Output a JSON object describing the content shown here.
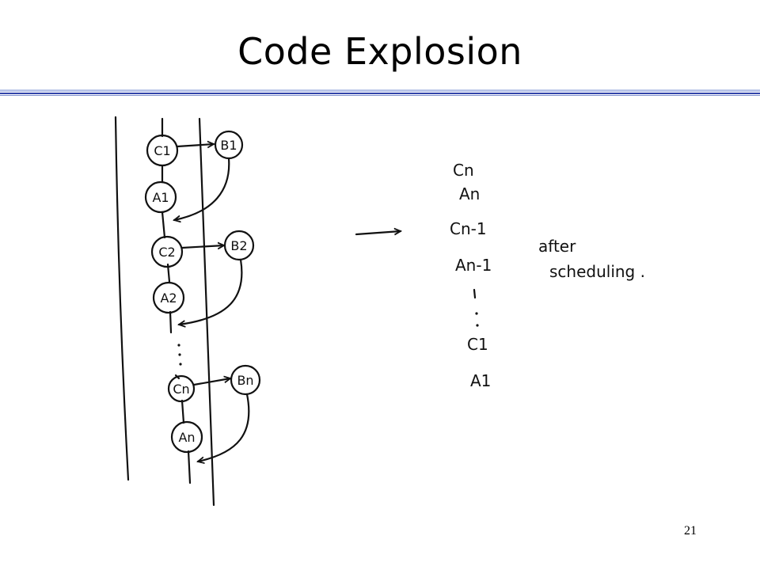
{
  "slide": {
    "title": "Code Explosion",
    "page_number": "21"
  },
  "pipeline": {
    "nodes": [
      {
        "label": "C1",
        "role": "c"
      },
      {
        "label": "B1",
        "role": "b"
      },
      {
        "label": "A1",
        "role": "a"
      },
      {
        "label": "C2",
        "role": "c"
      },
      {
        "label": "B2",
        "role": "b"
      },
      {
        "label": "A2",
        "role": "a"
      },
      {
        "label": "Cn",
        "role": "c"
      },
      {
        "label": "Bn",
        "role": "b"
      },
      {
        "label": "An",
        "role": "a"
      }
    ]
  },
  "schedule": {
    "items": [
      "Cn",
      "An",
      "Cn-1",
      "An-1",
      "C1",
      "A1"
    ],
    "note_line1": "after",
    "note_line2": "scheduling ."
  }
}
